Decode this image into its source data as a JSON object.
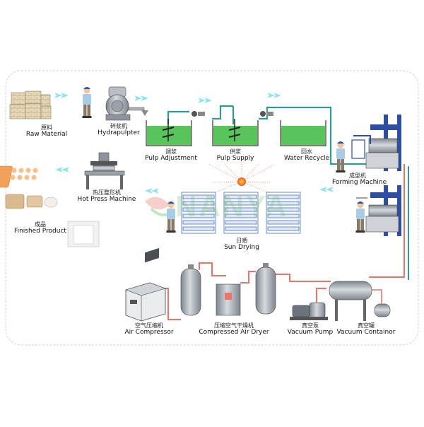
{
  "diagram": {
    "watermark": "NANYA",
    "colors": {
      "frame": "#cfcfcf",
      "arrow": "#8fe3ee",
      "pipe": "#2f9a8e",
      "pipe_air": "#e8746a",
      "water": "#58c45a",
      "machine_steel": "#a9b0b8",
      "machine_blue": "#2d4fa3",
      "sun": "#f05a2a",
      "egg_tray": "#f2a15a"
    },
    "nodes": {
      "raw_material": {
        "cn": "原料",
        "en": "Raw Material",
        "icon": "raw-material-bales-icon"
      },
      "hydrapulper": {
        "cn": "碎浆机",
        "en": "Hydrapulpter",
        "icon": "hydrapulper-icon"
      },
      "pulp_adjustment": {
        "cn": "调浆",
        "en": "Pulp Adjustment",
        "icon": "mixing-tank-icon"
      },
      "pulp_supply": {
        "cn": "供浆",
        "en": "Pulp Supply",
        "icon": "supply-tank-icon"
      },
      "water_recycle": {
        "cn": "回水",
        "en": "Water Recycle",
        "icon": "water-tank-icon"
      },
      "forming_machine": {
        "cn": "成型机",
        "en": "Forming Machine",
        "icon": "forming-machine-icon"
      },
      "hot_press": {
        "cn": "热压整形机",
        "en": "Hot Press Machine",
        "icon": "hot-press-icon"
      },
      "finished_product": {
        "cn": "成品",
        "en": "Finished Product",
        "icon": "egg-tray-icon"
      },
      "sun_drying": {
        "cn": "日晒",
        "en": "Sun  Drying",
        "icon": "sun-icon"
      },
      "air_compressor": {
        "cn": "空气压缩机",
        "en": "Air Compressor",
        "icon": "air-compressor-icon"
      },
      "air_dryer": {
        "cn": "压缩空气干燥机",
        "en": "Compressed Air Dryer",
        "icon": "air-dryer-icon"
      },
      "vacuum_pump": {
        "cn": "真空泵",
        "en": "Vacuum Pump",
        "icon": "vacuum-pump-icon"
      },
      "vacuum_container": {
        "cn": "真空罐",
        "en": "Vacuum Containor",
        "icon": "vacuum-tank-icon"
      }
    }
  }
}
